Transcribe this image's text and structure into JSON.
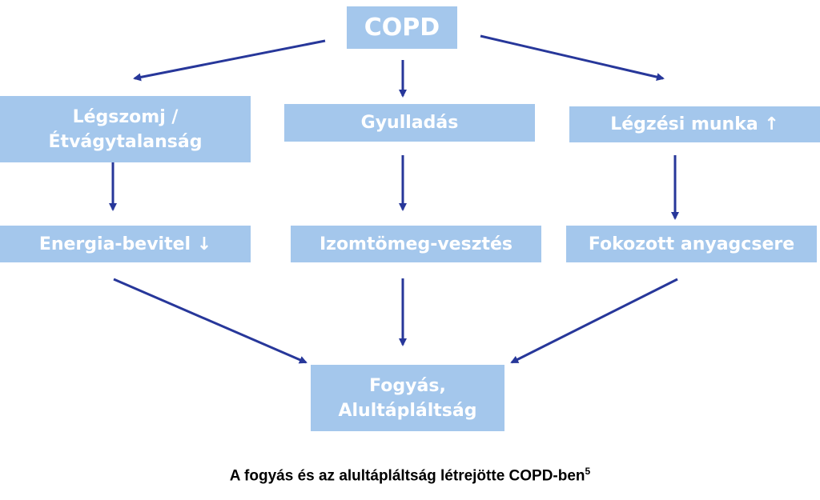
{
  "colors": {
    "box_fill": "#a4c7ec",
    "box_text": "#ffffff",
    "arrow": "#27379a",
    "caption": "#000000"
  },
  "nodes": {
    "copd": "COPD",
    "legszomj_line1": "Légszomj /",
    "legszomj_line2": "Étvágytalanság",
    "gyulladas": "Gyulladás",
    "legzesi_munka": "Légzési munka ↑",
    "energia_bevitel": "Energia-bevitel ↓",
    "izomtomeg_vesztes": "Izomtömeg-vesztés",
    "fokozott_anyagcsere": "Fokozott anyagcsere",
    "fogyas_line1": "Fogyás,",
    "fogyas_line2": "Alultápláltság"
  },
  "caption": {
    "text": "A fogyás és az alultápláltság létrejötte COPD-ben",
    "reference": "5"
  }
}
